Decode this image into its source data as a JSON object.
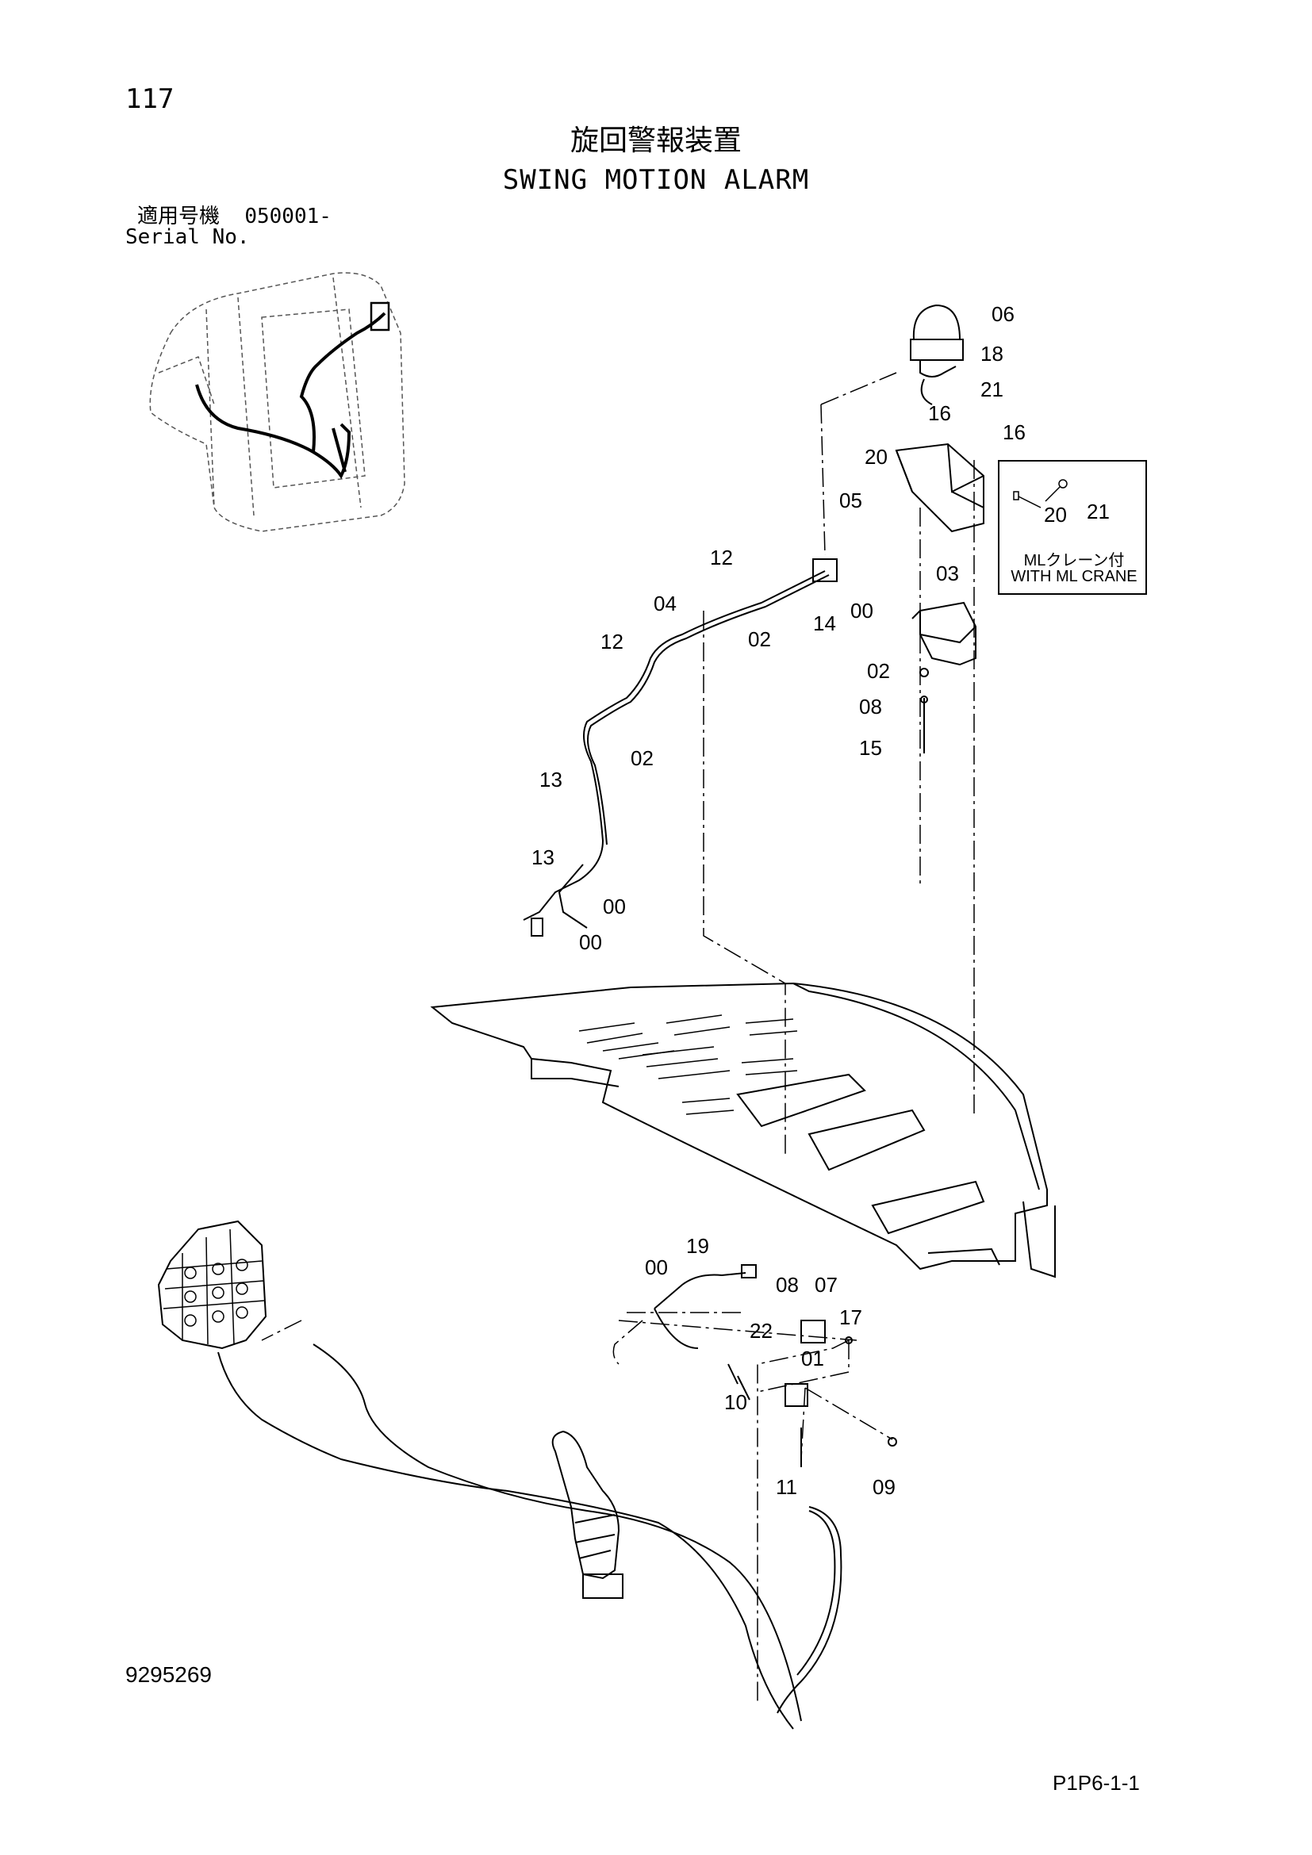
{
  "page_number": "117",
  "title_jp": "旋回警報装置",
  "title_en": "SWING MOTION ALARM",
  "serial": {
    "label_jp": "適用号機",
    "value": "050001-",
    "label_en": "Serial No."
  },
  "note_box": {
    "line1": "MLクレーン付",
    "line2": "WITH ML CRANE",
    "callouts": [
      "20",
      "21"
    ]
  },
  "callouts": [
    "06",
    "18",
    "21",
    "16",
    "16",
    "20",
    "05",
    "03",
    "12",
    "04",
    "00",
    "14",
    "12",
    "02",
    "02",
    "02",
    "08",
    "15",
    "13",
    "13",
    "00",
    "00",
    "00",
    "19",
    "08",
    "07",
    "22",
    "17",
    "01",
    "10",
    "11",
    "09"
  ],
  "document_number": "9295269",
  "page_code": "P1P6-1-1"
}
